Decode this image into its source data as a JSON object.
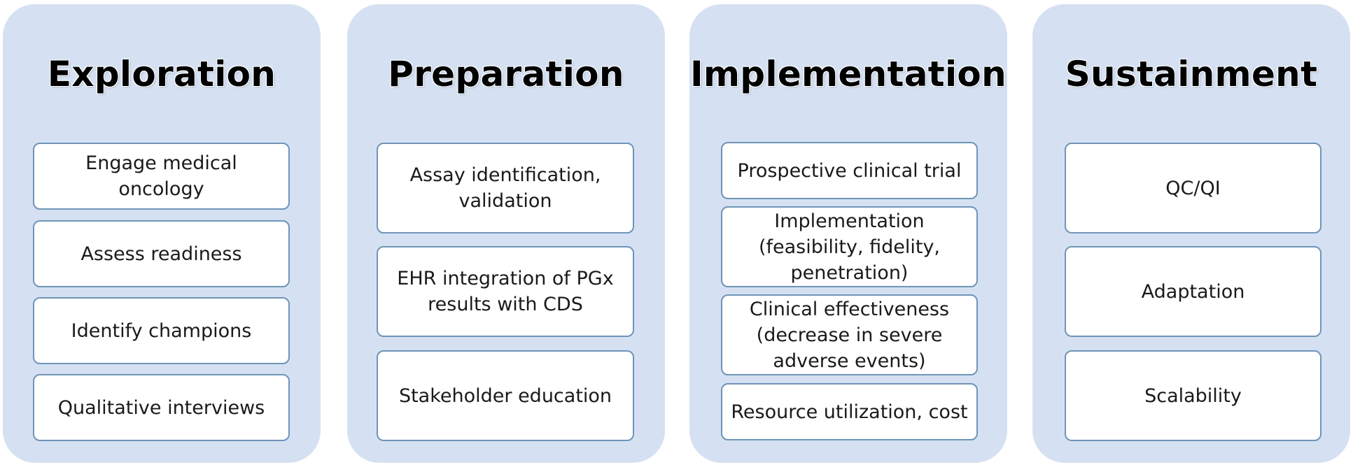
{
  "phases": [
    {
      "title": "Exploration",
      "steps": [
        "Engage medical\noncology",
        "Assess readiness",
        "Identify champions",
        "Qualitative interviews"
      ]
    },
    {
      "title": "Preparation",
      "steps": [
        "Assay identification,\nvalidation",
        "EHR integration of PGx\nresults with CDS",
        "Stakeholder education"
      ]
    },
    {
      "title": "Implementation",
      "steps": [
        "Prospective clinical trial",
        "Implementation\n(feasibility, fidelity,\npenetration)",
        "Clinical effectiveness\n(decrease in severe\nadverse events)",
        "Resource utilization, cost"
      ]
    },
    {
      "title": "Sustainment",
      "steps": [
        "QC/QI",
        "Adaptation",
        "Scalability"
      ]
    }
  ],
  "colors": {
    "phase_fill": "#d5e1f2",
    "step_border": "#6f94b8",
    "step_fill": "#ffffff"
  }
}
